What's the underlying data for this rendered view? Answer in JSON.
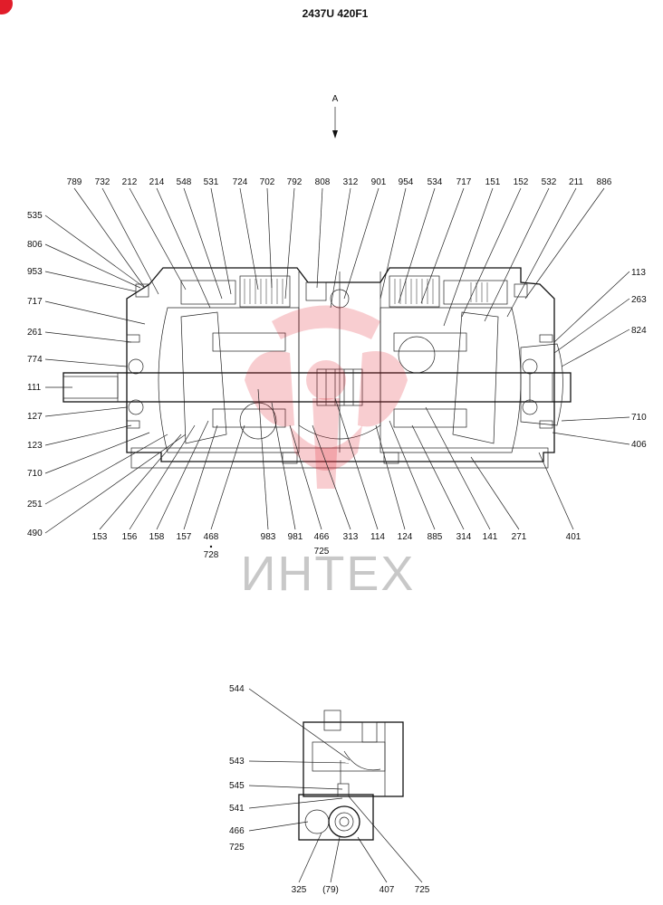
{
  "title": "2437U 420F1",
  "arrow_label": "A",
  "watermark_text": "ИНТЕХ",
  "top_labels": [
    "789",
    "732",
    "212",
    "214",
    "548",
    "531",
    "724",
    "702",
    "792",
    "808",
    "312",
    "901",
    "954",
    "534",
    "717",
    "151",
    "152",
    "532",
    "211",
    "886"
  ],
  "left_labels": [
    "535",
    "806",
    "953",
    "717",
    "261",
    "774",
    "111",
    "127",
    "123",
    "710",
    "251",
    "490"
  ],
  "right_labels": [
    "113",
    "263",
    "824",
    "710",
    "406"
  ],
  "bottom_labels": [
    "153",
    "156",
    "158",
    "157",
    "468",
    "983",
    "981",
    "466",
    "313",
    "114",
    "124",
    "885",
    "314",
    "141",
    "271",
    "401"
  ],
  "bottom_sub_labels": [
    "728",
    "725"
  ],
  "detail_labels": [
    "544",
    "543",
    "545",
    "541",
    "466",
    "725",
    "325",
    "(79)",
    "407",
    "725"
  ]
}
